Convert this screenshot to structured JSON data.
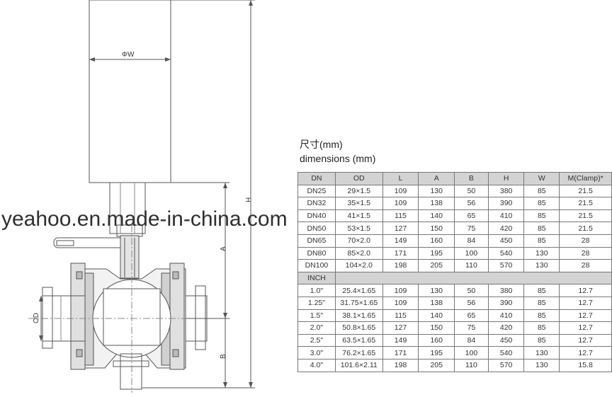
{
  "drawing": {
    "labels": {
      "phi_w": "ΦW",
      "h": "H",
      "a": "A",
      "b": "B",
      "od": "OD"
    }
  },
  "watermark": "yeahoo.en.made-in-china.com",
  "title_cn": "尺寸(mm)",
  "title_en": "dimensions (mm)",
  "table": {
    "headers": [
      "DN",
      "OD",
      "L",
      "A",
      "B",
      "H",
      "W",
      "M(Clamp)*"
    ],
    "dn_rows": [
      [
        "DN25",
        "29×1.5",
        "109",
        "130",
        "50",
        "380",
        "85",
        "21.5"
      ],
      [
        "DN32",
        "35×1.5",
        "109",
        "138",
        "56",
        "390",
        "85",
        "21.5"
      ],
      [
        "DN40",
        "41×1.5",
        "115",
        "140",
        "65",
        "410",
        "85",
        "21.5"
      ],
      [
        "DN50",
        "53×1.5",
        "127",
        "150",
        "75",
        "420",
        "85",
        "21.5"
      ],
      [
        "DN65",
        "70×2.0",
        "149",
        "160",
        "84",
        "450",
        "85",
        "28"
      ],
      [
        "DN80",
        "85×2.0",
        "171",
        "195",
        "100",
        "540",
        "130",
        "28"
      ],
      [
        "DN100",
        "104×2.0",
        "198",
        "205",
        "110",
        "570",
        "130",
        "28"
      ]
    ],
    "inch_label": "INCH",
    "inch_rows": [
      [
        "1.0\"",
        "25.4×1.65",
        "109",
        "130",
        "50",
        "380",
        "85",
        "12.7"
      ],
      [
        "1.25\"",
        "31.75×1.65",
        "109",
        "138",
        "56",
        "390",
        "85",
        "12.7"
      ],
      [
        "1.5\"",
        "38.1×1.65",
        "115",
        "140",
        "65",
        "410",
        "85",
        "12.7"
      ],
      [
        "2.0\"",
        "50.8×1.65",
        "127",
        "150",
        "75",
        "420",
        "85",
        "12.7"
      ],
      [
        "2.5\"",
        "63.5×1.65",
        "149",
        "160",
        "84",
        "450",
        "85",
        "12.7"
      ],
      [
        "3.0\"",
        "76.2×1.65",
        "171",
        "195",
        "100",
        "540",
        "130",
        "12.7"
      ],
      [
        "4.0\"",
        "101.6×2.11",
        "198",
        "205",
        "110",
        "570",
        "130",
        "15.8"
      ]
    ]
  }
}
